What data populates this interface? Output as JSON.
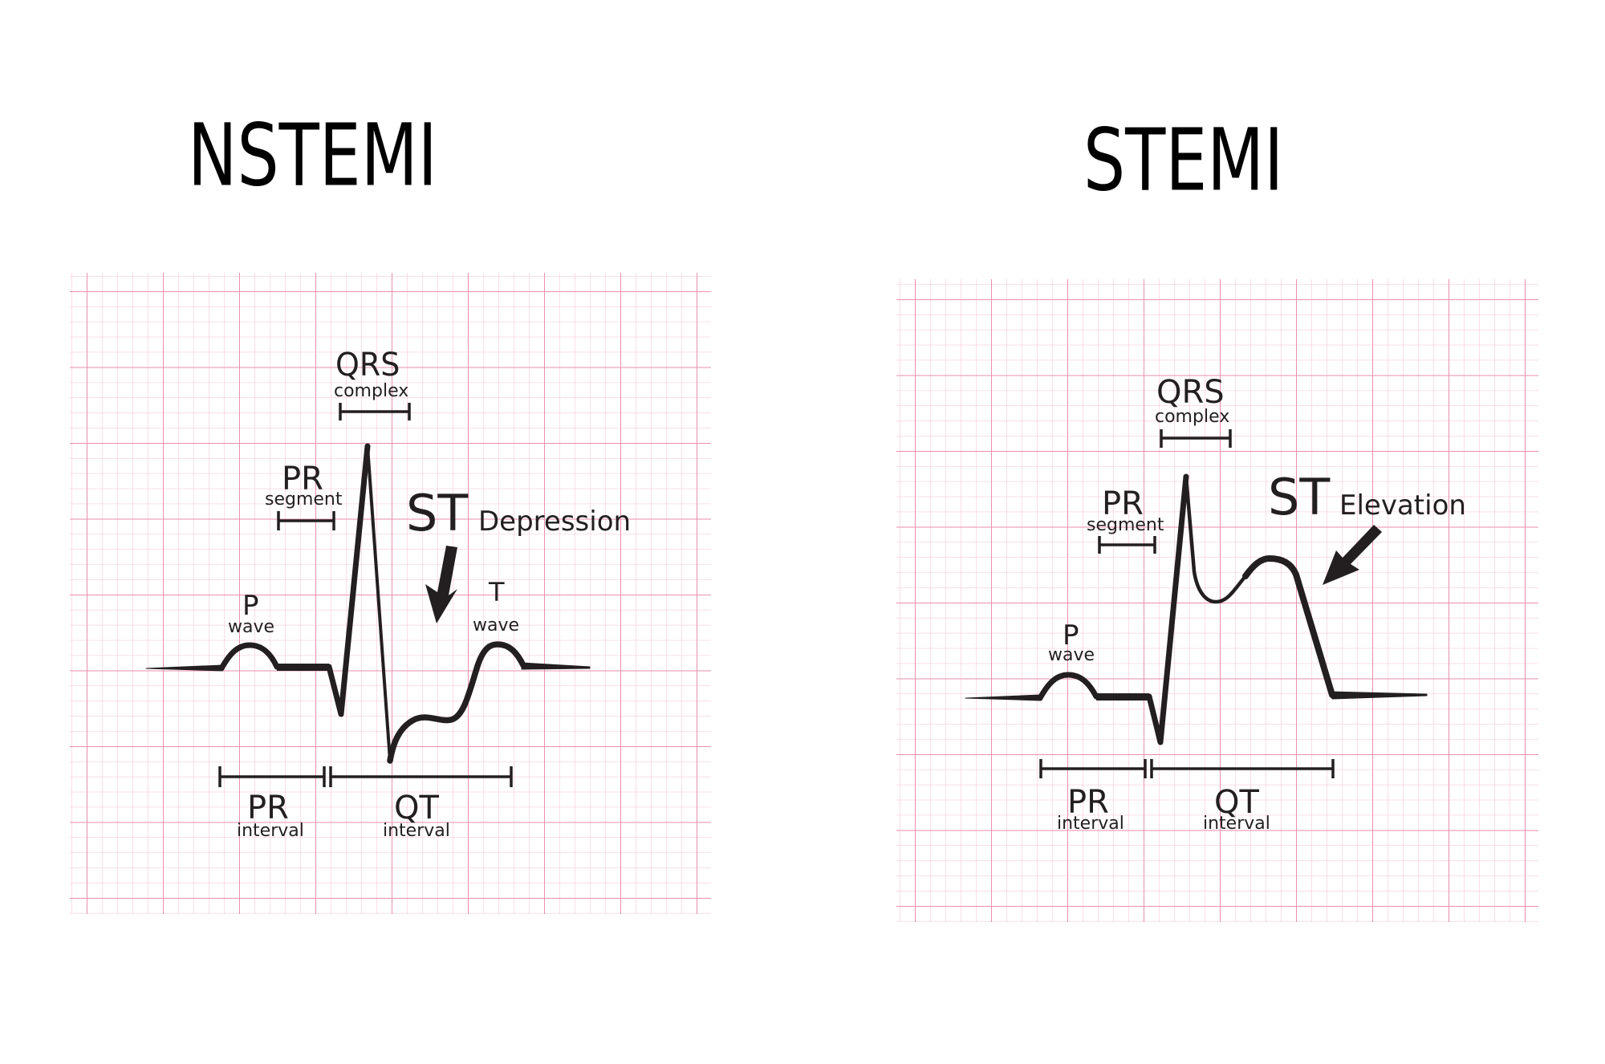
{
  "titles": {
    "left": "NSTEMI",
    "right": "STEMI"
  },
  "colors": {
    "grid_major": "#e98fae",
    "grid_minor": "#f7cbd9",
    "trace": "#231f20",
    "background": "#ffffff"
  },
  "panels": [
    {
      "id": "nstemi",
      "title": "NSTEMI",
      "labels": {
        "qrs": "QRS",
        "qrs_sub": "complex",
        "pr_segment": "PR",
        "pr_segment_sub": "segment",
        "st": "ST",
        "st_sub": "Depression",
        "p": "P",
        "p_sub": "wave",
        "t": "T",
        "t_sub": "wave",
        "pr_interval": "PR",
        "pr_interval_sub": "interval",
        "qt_interval": "QT",
        "qt_interval_sub": "interval"
      }
    },
    {
      "id": "stemi",
      "title": "STEMI",
      "labels": {
        "qrs": "QRS",
        "qrs_sub": "complex",
        "pr_segment": "PR",
        "pr_segment_sub": "segment",
        "st": "ST",
        "st_sub": "Elevation",
        "p": "P",
        "p_sub": "wave",
        "pr_interval": "PR",
        "pr_interval_sub": "interval",
        "qt_interval": "QT",
        "qt_interval_sub": "interval"
      }
    }
  ]
}
